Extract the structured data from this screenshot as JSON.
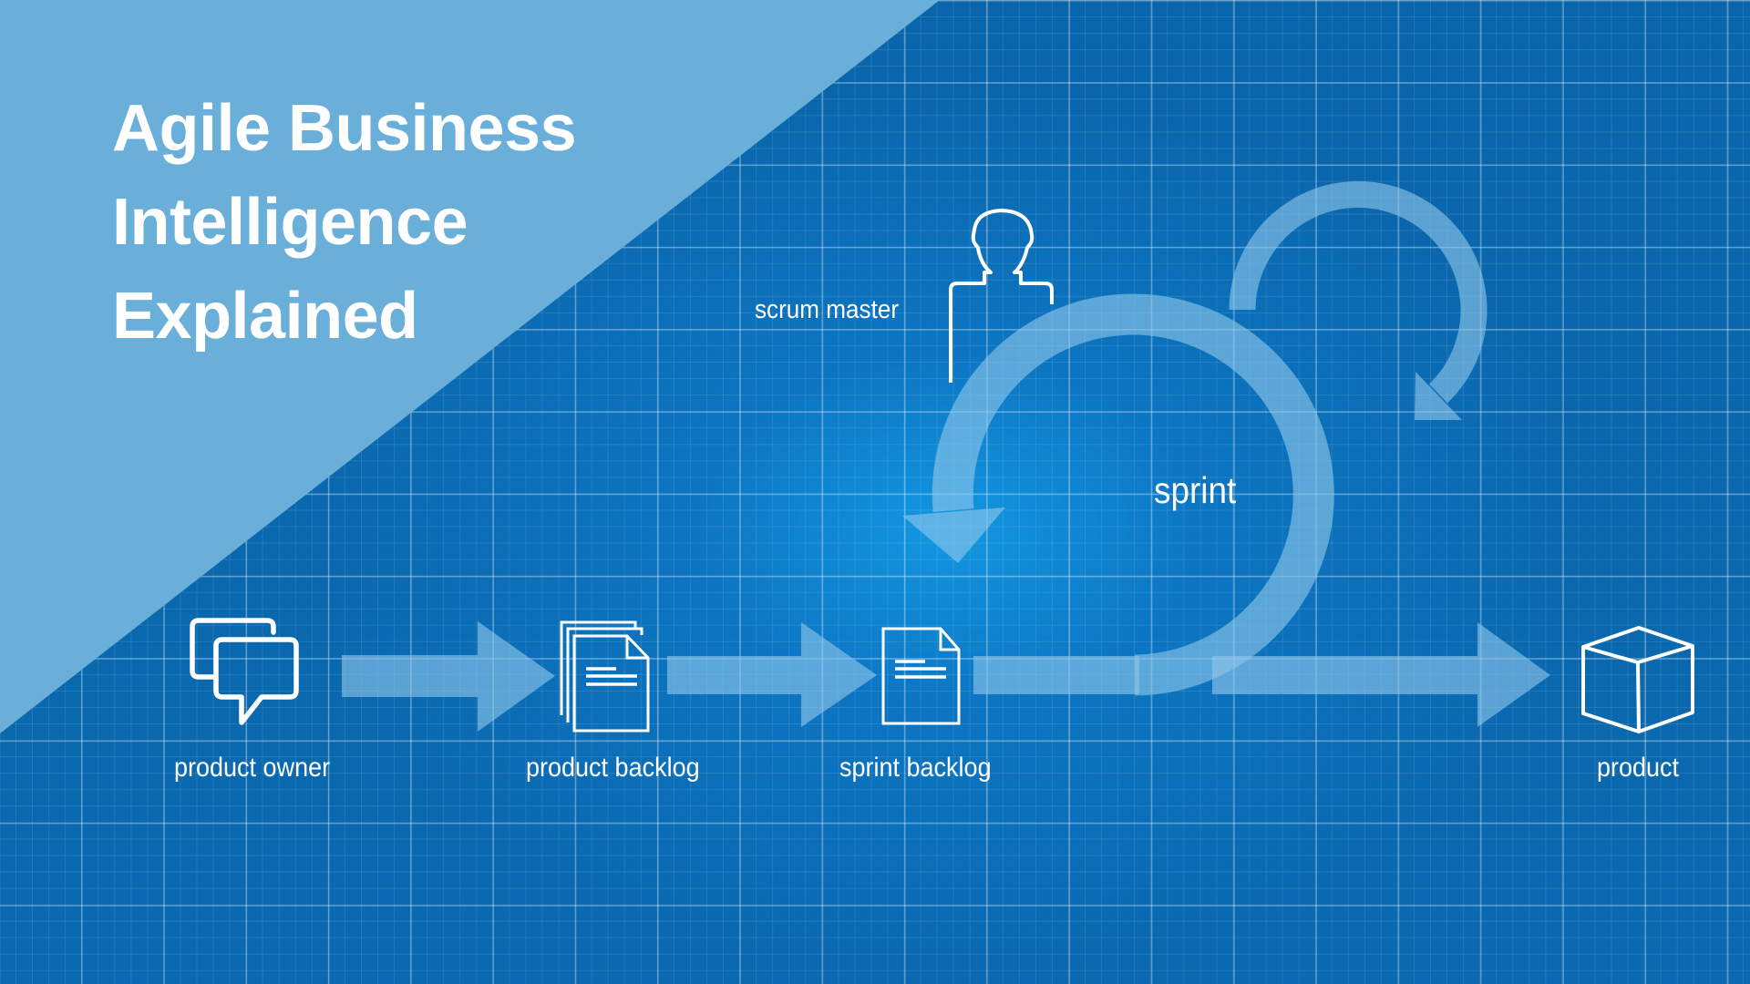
{
  "title": {
    "lines": [
      "Agile Business",
      "Intelligence",
      "Explained"
    ]
  },
  "colors": {
    "background": "#0a67ad",
    "background_glow": "#14a0eb",
    "title_panel": "#6aafda",
    "arrow_fill": "#7ab9e0",
    "icon_stroke": "#ffffff",
    "text": "#ffffff"
  },
  "diagram": {
    "nodes": [
      {
        "id": "product-owner",
        "icon": "chat-bubbles-icon",
        "label": "product owner"
      },
      {
        "id": "product-backlog",
        "icon": "document-stack-icon",
        "label": "product backlog"
      },
      {
        "id": "sprint-backlog",
        "icon": "document-icon",
        "label": "sprint backlog"
      },
      {
        "id": "product",
        "icon": "cube-icon",
        "label": "product"
      }
    ],
    "roles": [
      {
        "id": "scrum-master",
        "icon": "person-icon",
        "label": "scrum master"
      }
    ],
    "cycle": {
      "label": "sprint",
      "icon": "cycle-arrow-icon"
    },
    "edges": [
      {
        "from": "product-owner",
        "to": "product-backlog"
      },
      {
        "from": "product-backlog",
        "to": "sprint-backlog"
      },
      {
        "from": "sprint-backlog",
        "to": "sprint"
      },
      {
        "from": "sprint",
        "to": "product"
      }
    ]
  }
}
